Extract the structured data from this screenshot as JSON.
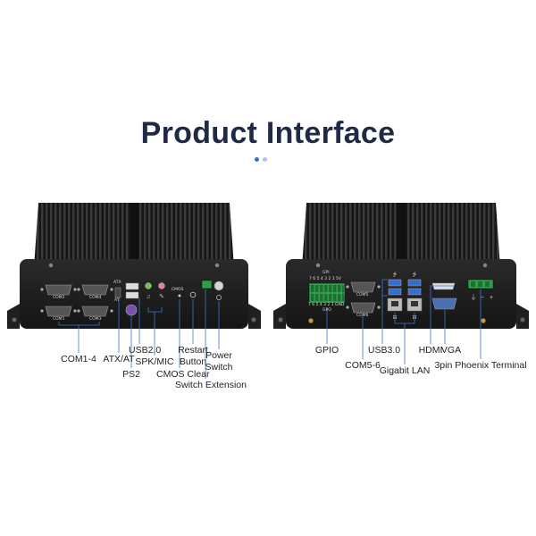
{
  "header": {
    "title": "Product Interface"
  },
  "left_panel": {
    "labels": {
      "com": "COM1-4",
      "atx": "ATX/AT",
      "ps2": "PS2",
      "usb": "USB2.0",
      "spk": "SPK/MIC",
      "restart_1": "Restart",
      "restart_2": "Button",
      "cmos_1": "CMOS Clear",
      "cmos_2": "Switch Extension",
      "power_1": "Power",
      "power_2": "Switch"
    },
    "silkscreen": {
      "com2": "COM2",
      "com4": "COM4",
      "com1": "COM1",
      "com3": "COM3",
      "atx": "ATX",
      "at": "AT",
      "cmos": "CMOS"
    }
  },
  "right_panel": {
    "labels": {
      "gpio": "GPIO",
      "com56": "COM5-6",
      "usb3": "USB3.0",
      "lan": "Gigabit LAN",
      "hdmi": "HDMI",
      "vga": "VGA",
      "phoenix": "3pin Phoenix Terminal"
    },
    "silkscreen": {
      "gpi": "GPI",
      "gpi_pins": "7 6 5 4 3 2 1 5V",
      "gpo_pins": "7 6 5 4 3 2 1 GND",
      "gpo": "GPO",
      "com5": "COM5",
      "com6": "COM6"
    }
  },
  "colors": {
    "title": "#1f2a44",
    "accent": "#2f6fd6",
    "accent_light": "#a9c4ef",
    "chassis": "#1c1c1c",
    "leader": "#3a78d4",
    "terminal": "#2e9e4a"
  }
}
